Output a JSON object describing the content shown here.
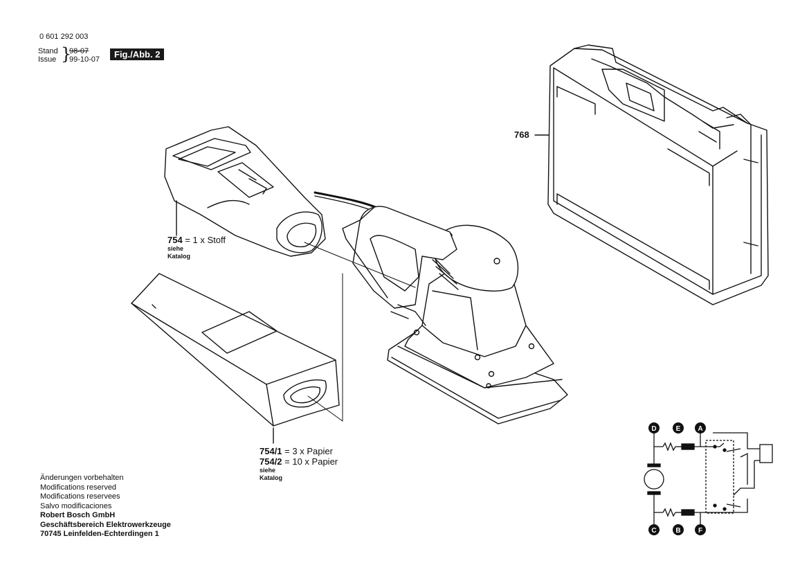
{
  "header": {
    "part_number": "0 601 292 003",
    "stand_label": "Stand",
    "issue_label": "Issue",
    "old_date": "98-07",
    "new_date": "99-10-07",
    "fig_label": "Fig./Abb. 2"
  },
  "labels": {
    "case_number": "768",
    "bag_cloth_number": "754",
    "bag_cloth_text": " = 1 x Stoff",
    "bag_cloth_siehe": "siehe",
    "bag_cloth_katalog": "Katalog",
    "bag_paper1_number": "754/1",
    "bag_paper1_text": " =   3 x Papier",
    "bag_paper2_number": "754/2",
    "bag_paper2_text": " = 10 x Papier",
    "bag_paper_siehe": "siehe",
    "bag_paper_katalog": "Katalog"
  },
  "footer": {
    "lines": [
      "Änderungen vorbehalten",
      "Modifications reserved",
      "Modifications reservees",
      "Salvo modificaciones"
    ],
    "company": "Robert Bosch GmbH",
    "division": "Geschäftsbereich Elektrowerkzeuge",
    "address": "70745 Leinfelden-Echterdingen 1"
  },
  "circuit": {
    "terminals": [
      "D",
      "E",
      "A",
      "C",
      "B",
      "F"
    ]
  }
}
